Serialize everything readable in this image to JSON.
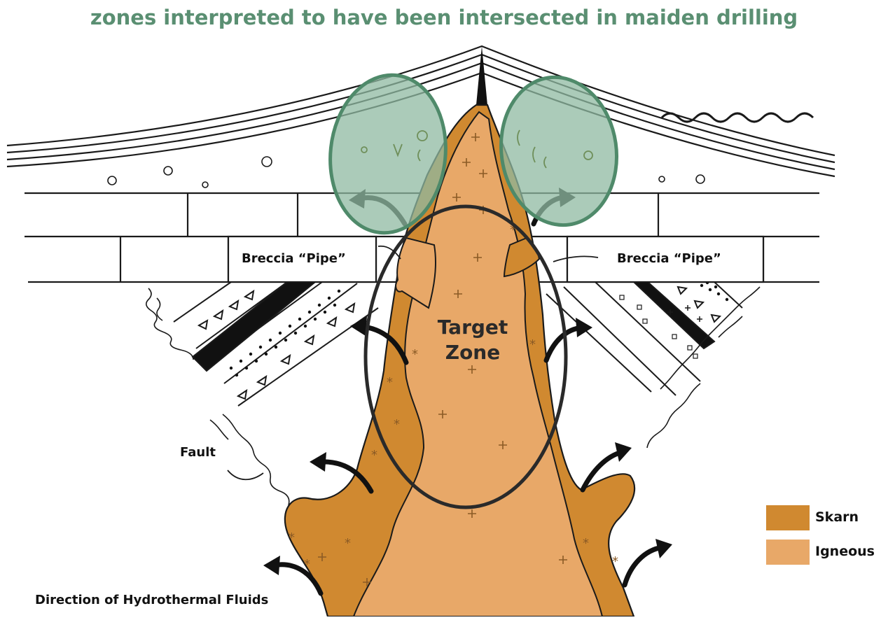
{
  "title": "zones interpreted to have been intersected in maiden drilling",
  "labels": {
    "breccia_left": "Breccia “Pipe”",
    "breccia_right": "Breccia “Pipe”",
    "target_line1": "Target",
    "target_line2": "Zone",
    "fault": "Fault",
    "direction": "Direction of Hydrothermal Fluids"
  },
  "legend": [
    {
      "label": "Skarn",
      "color": "#d08930"
    },
    {
      "label": "Igneous",
      "color": "#e8a868"
    }
  ],
  "colors": {
    "title": "#5a8f72",
    "highlight_fill": "#8fb9a2",
    "highlight_stroke": "#4f8a6a",
    "skarn": "#d08930",
    "igneous": "#e8a868",
    "outline": "#1a1a1a"
  }
}
